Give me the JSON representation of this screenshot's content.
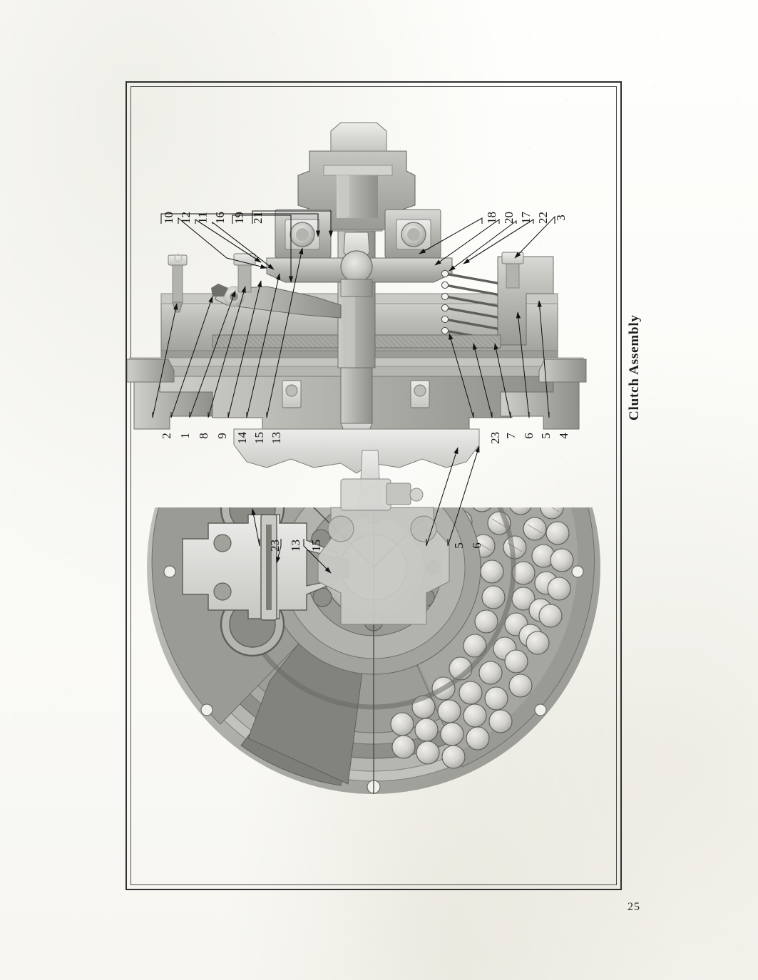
{
  "page": {
    "number": "25",
    "caption": "Clutch Assembly",
    "background_color": "#fdfdfb",
    "ink_color": "#141414"
  },
  "plate": {
    "frame": {
      "outer_color": "#2f2f2f",
      "inner_color": "#4a4a4a"
    },
    "figures": [
      {
        "name": "sectional-view",
        "description": "Cross-sectional elevation of the clutch assembly",
        "view": "section"
      },
      {
        "name": "plan-cutaway-view",
        "description": "Cutaway plan view of the clutch pressure plate and spring ring",
        "view": "plan"
      }
    ]
  },
  "callouts": {
    "section_top_left": [
      {
        "id": "10",
        "label": "10"
      },
      {
        "id": "12",
        "label": "12"
      },
      {
        "id": "11",
        "label": "11"
      },
      {
        "id": "16",
        "label": "16"
      },
      {
        "id": "19",
        "label": "19"
      },
      {
        "id": "21",
        "label": "21"
      }
    ],
    "section_top_right": [
      {
        "id": "18",
        "label": "18"
      },
      {
        "id": "20",
        "label": "20"
      },
      {
        "id": "17",
        "label": "17"
      },
      {
        "id": "22",
        "label": "22"
      },
      {
        "id": "3",
        "label": "3"
      }
    ],
    "section_bottom_left": [
      {
        "id": "2",
        "label": "2"
      },
      {
        "id": "1",
        "label": "1"
      },
      {
        "id": "8",
        "label": "8"
      },
      {
        "id": "9",
        "label": "9"
      },
      {
        "id": "14",
        "label": "14"
      },
      {
        "id": "15",
        "label": "15"
      },
      {
        "id": "13",
        "label": "13"
      }
    ],
    "section_bottom_right": [
      {
        "id": "23",
        "label": "23"
      },
      {
        "id": "7",
        "label": "7"
      },
      {
        "id": "6",
        "label": "6"
      },
      {
        "id": "5",
        "label": "5"
      },
      {
        "id": "4",
        "label": "4"
      }
    ],
    "plan_left": [
      {
        "id": "23",
        "label": "23"
      },
      {
        "id": "13",
        "label": "13"
      },
      {
        "id": "15",
        "label": "15"
      }
    ],
    "plan_right": [
      {
        "id": "5",
        "label": "5"
      },
      {
        "id": "6",
        "label": "6"
      }
    ]
  }
}
